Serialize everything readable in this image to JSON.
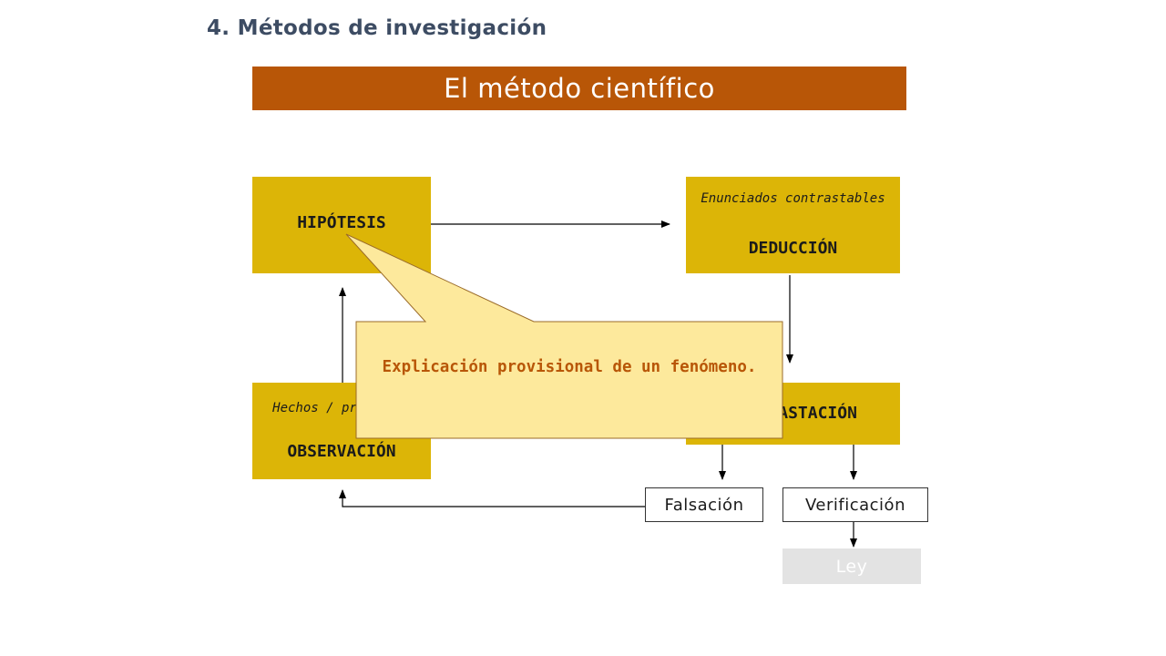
{
  "slide": {
    "heading": "4. Métodos de investigación",
    "banner_title": "El método científico"
  },
  "diagram": {
    "hipotesis": {
      "label": "HIPÓTESIS"
    },
    "deduccion": {
      "caption": "Enunciados contrastables",
      "label": "DEDUCCIÓN"
    },
    "observacion": {
      "caption": "Hechos / problemas",
      "label": "OBSERVACIÓN"
    },
    "contrastacion": {
      "label": "CONTRASTACIÓN"
    },
    "falsacion": {
      "label": "Falsación"
    },
    "verificacion": {
      "label": "Verificación"
    },
    "ley": {
      "label": "Ley"
    }
  },
  "callout": {
    "text": "Explicación provisional de un fenómeno."
  },
  "colors": {
    "banner": "#b85607",
    "box_fill": "#dcb507",
    "callout_fill": "#fde99c",
    "callout_text": "#b85607",
    "heading": "#3d4c63"
  }
}
